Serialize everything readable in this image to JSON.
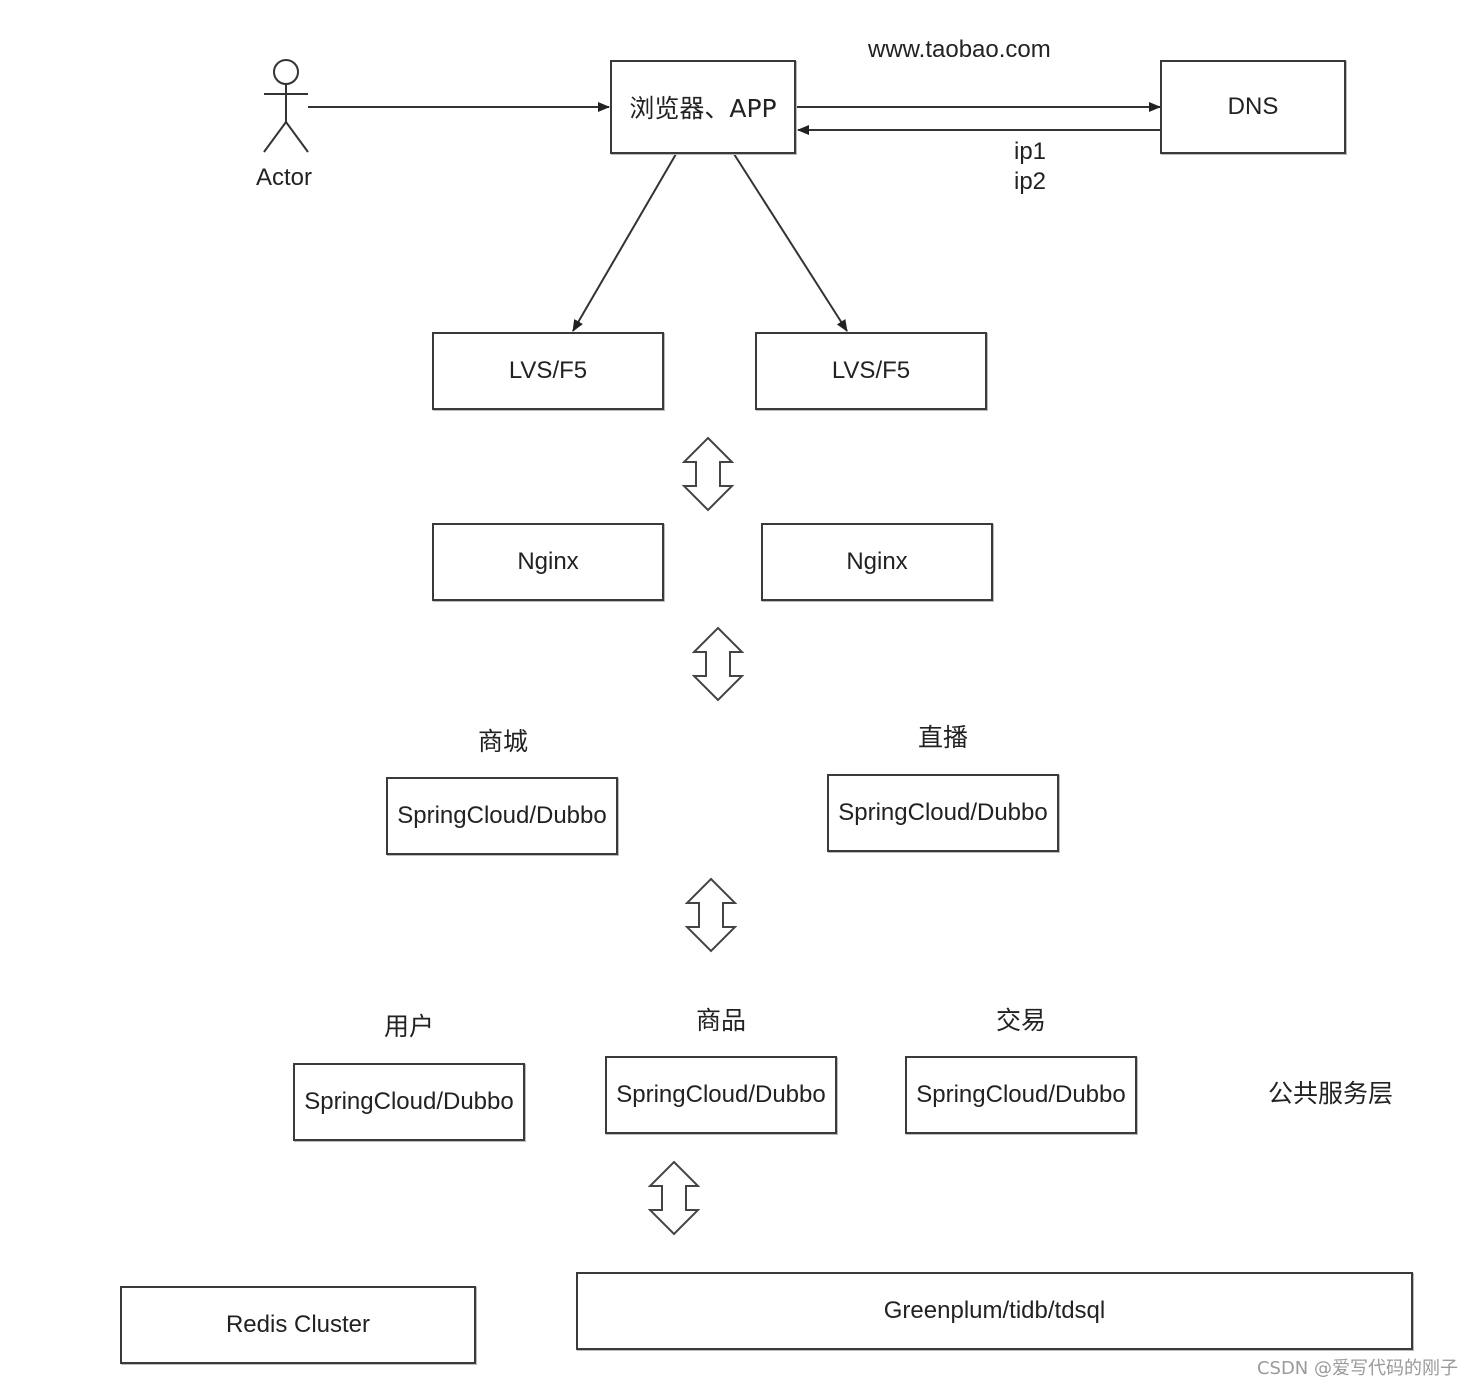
{
  "actor": {
    "label": "Actor"
  },
  "browser": {
    "label": "浏览器、APP"
  },
  "dns": {
    "label": "DNS",
    "domain": "www.taobao.com",
    "ips": [
      "ip1",
      "ip2"
    ]
  },
  "lvs": [
    "LVS/F5",
    "LVS/F5"
  ],
  "nginx": [
    "Nginx",
    "Nginx"
  ],
  "business": [
    {
      "title": "商城",
      "box": "SpringCloud/Dubbo"
    },
    {
      "title": "直播",
      "box": "SpringCloud/Dubbo"
    }
  ],
  "common": [
    {
      "title": "用户",
      "box": "SpringCloud/Dubbo"
    },
    {
      "title": "商品",
      "box": "SpringCloud/Dubbo"
    },
    {
      "title": "交易",
      "box": "SpringCloud/Dubbo"
    }
  ],
  "common_layer_label": "公共服务层",
  "storage": {
    "redis": "Redis Cluster",
    "db": "Greenplum/tidb/tdsql"
  },
  "watermark": "CSDN @爱写代码的刚子"
}
